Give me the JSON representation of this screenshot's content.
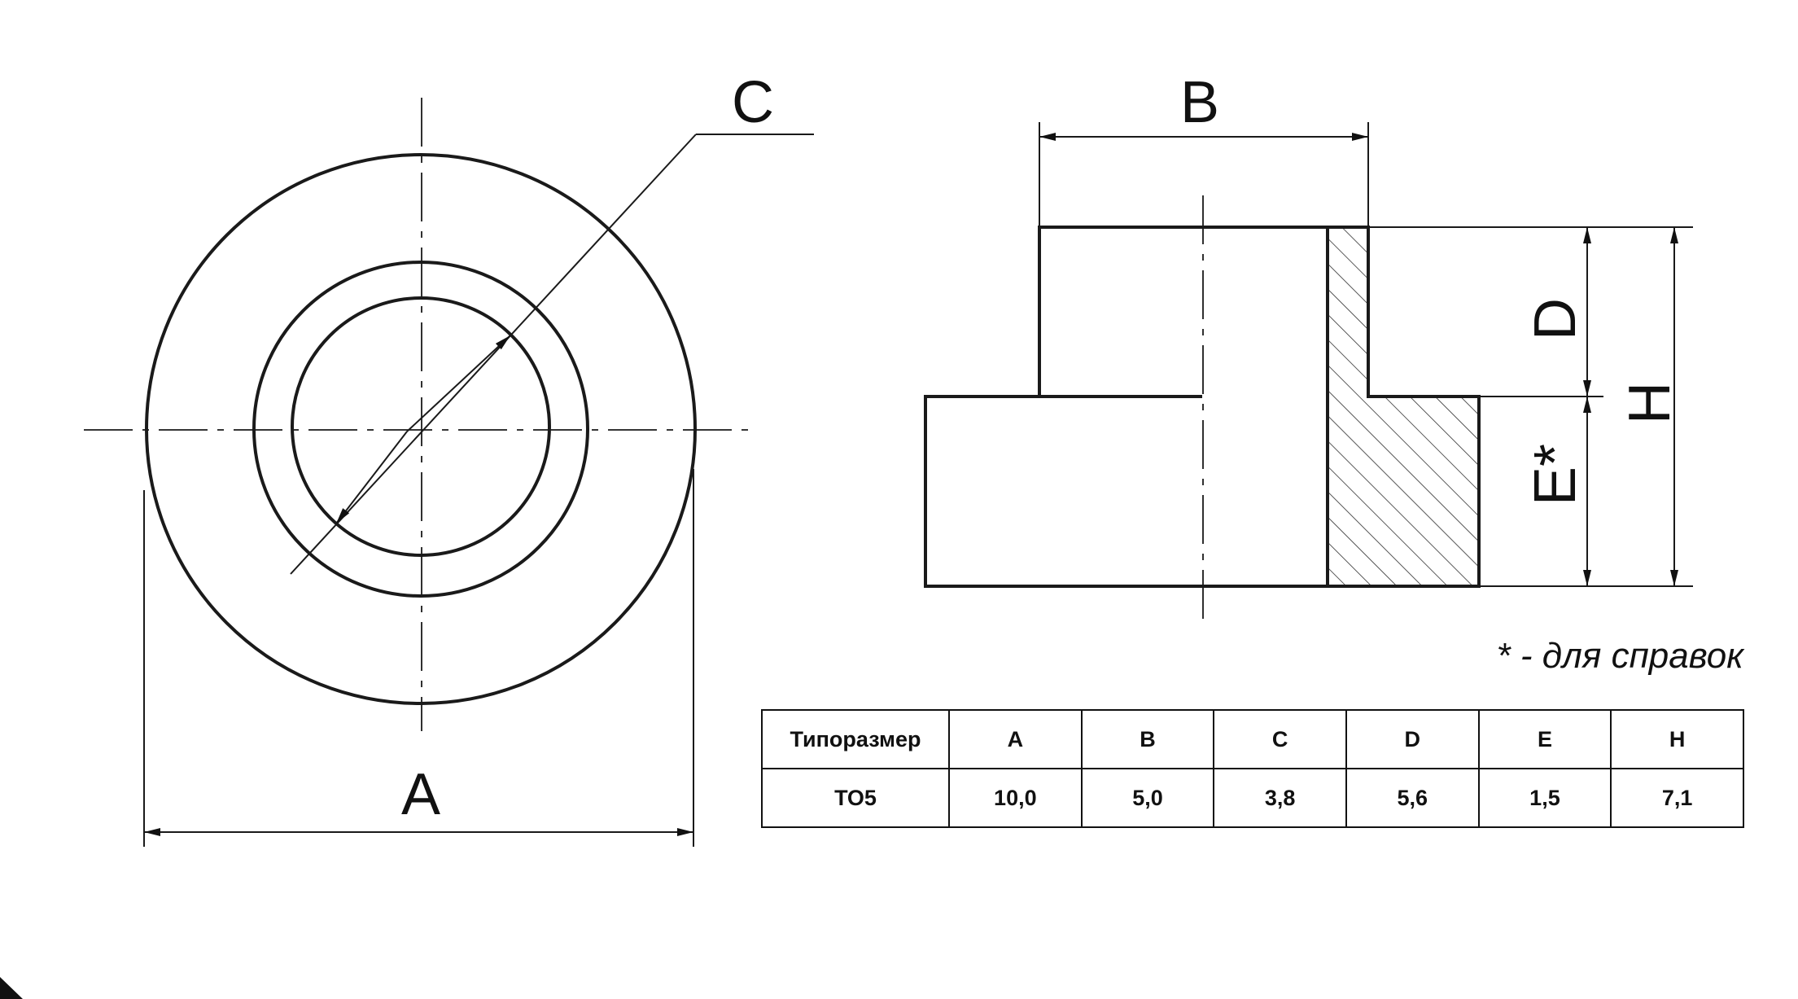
{
  "labels": {
    "a": "A",
    "b": "B",
    "c": "C",
    "d": "D",
    "e": "E*",
    "h": "H"
  },
  "note": "* - для справок",
  "table": {
    "headers": [
      "Типоразмер",
      "A",
      "B",
      "C",
      "D",
      "E",
      "H"
    ],
    "rows": [
      [
        "ТО5",
        "10,0",
        "5,0",
        "3,8",
        "5,6",
        "1,5",
        "7,1"
      ]
    ]
  }
}
